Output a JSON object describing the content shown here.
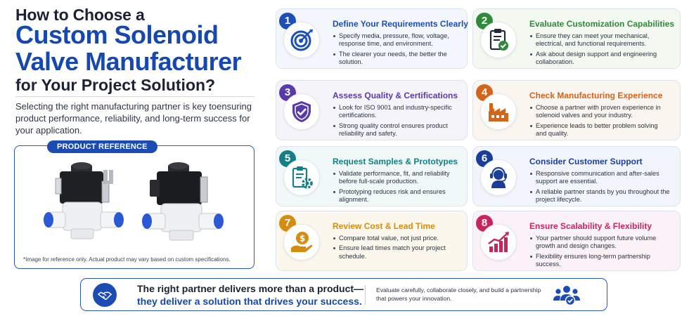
{
  "header": {
    "line1": "How to Choose a",
    "line2": "Custom Solenoid",
    "line3": "Valve Manufacturer",
    "line4": "for Your Project Solution?"
  },
  "intro": "Selecting the right manufacturing partner is key toensuring product performance, reliability, and long-term success for your application.",
  "product": {
    "badge": "PRODUCT REFERENCE",
    "note": "*Image for reference only. Actual product may vary based on custom specifications."
  },
  "cards": [
    {
      "num": "1",
      "title": "Define Your Requirements Clearly",
      "icon": "target-icon",
      "color": "#1d4fb8",
      "bullets": [
        "Specify media, pressure, flow, voltage, response time, and environment.",
        "The clearer your needs, the better the solution."
      ]
    },
    {
      "num": "2",
      "title": "Evaluate Customization Capabilities",
      "icon": "clipboard-check-icon",
      "color": "#2f8a3a",
      "bullets": [
        "Ensure they can meet your mechanical, electrical, and functional requirements.",
        "Ask about design support and engineering collaboration."
      ]
    },
    {
      "num": "3",
      "title": "Assess Quality & Certifications",
      "icon": "shield-check-icon",
      "color": "#5a3aa8",
      "bullets": [
        "Look for ISO 9001 and industry-specific certifications.",
        "Strong quality control ensures product reliability and safety."
      ]
    },
    {
      "num": "4",
      "title": "Check Manufacturing Experience",
      "icon": "factory-icon",
      "color": "#d3641c",
      "bullets": [
        "Choose a partner with proven experience in solenoid valves and your industry.",
        "Experience leads to better problem solving and quality."
      ]
    },
    {
      "num": "5",
      "title": "Request Samples & Prototypes",
      "icon": "clipboard-gear-icon",
      "color": "#137f86",
      "bullets": [
        "Validate performance, fit, and reliability before full-scale production.",
        "Prototyping reduces risk and ensures alignment."
      ]
    },
    {
      "num": "6",
      "title": "Consider Customer Support",
      "icon": "headset-icon",
      "color": "#1b3f99",
      "bullets": [
        "Responsive communication and after-sales support are essential.",
        "A reliable partner stands by you throughout the project lifecycle."
      ]
    },
    {
      "num": "7",
      "title": "Review Cost & Lead Time",
      "icon": "coin-hand-icon",
      "color": "#d48d10",
      "bullets": [
        "Compare total value, not just price.",
        "Ensure lead times match your project schedule."
      ]
    },
    {
      "num": "8",
      "title": "Ensure Scalability & Flexibility",
      "icon": "growth-chart-icon",
      "color": "#c8245d",
      "bullets": [
        "Your partner should support future volume growth and design changes.",
        "Flexibility ensures long-term partnership success."
      ]
    }
  ],
  "footer": {
    "line1": "The right partner delivers more than a product—",
    "line2": "they deliver a solution that drives your success.",
    "message": "Evaluate carefully, collaborate closely, and build a partnership that powers your innovation."
  }
}
